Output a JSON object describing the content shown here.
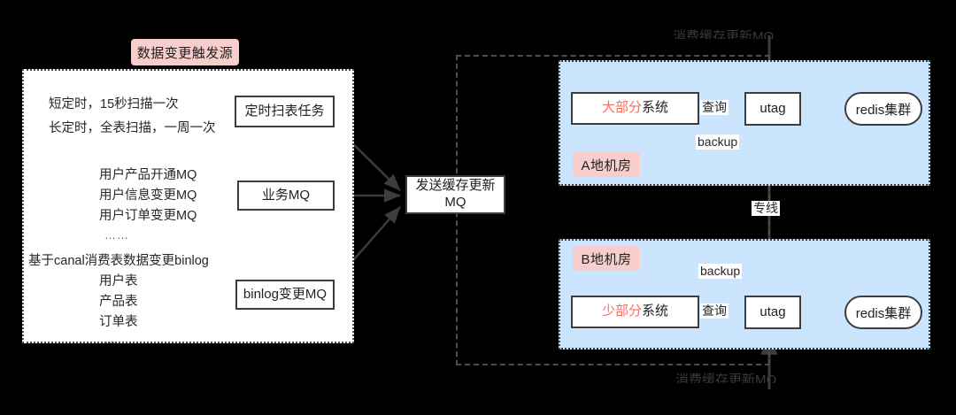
{
  "diagram": {
    "title_badge": "数据变更触发源",
    "left_panel": {
      "group_timer": {
        "lines": [
          "短定时，15秒扫描一次",
          "长定时，全表扫描，一周一次"
        ],
        "node": "定时扫表任务"
      },
      "group_business_mq": {
        "lines": [
          "用户产品开通MQ",
          "用户信息变更MQ",
          "用户订单变更MQ"
        ],
        "ellipsis": "……",
        "node": "业务MQ"
      },
      "group_binlog": {
        "header": "基于canal消费表数据变更binlog",
        "lines": [
          "用户表",
          "产品表",
          "订单表"
        ],
        "ellipsis": "……",
        "node": "binlog变更MQ"
      }
    },
    "center_node": {
      "line1": "发送缓存更新",
      "line2": "MQ"
    },
    "top_caption": "消费缓存更新MQ",
    "bottom_caption": "消费缓存更新MQ",
    "trunk_label": "专线",
    "datacenter_a": {
      "badge": "A地机房",
      "system_highlight": "大部分",
      "system_suffix": "系统",
      "query_label": "查询",
      "backup_label": "backup",
      "utag": "utag",
      "redis": "redis集群"
    },
    "datacenter_b": {
      "badge": "B地机房",
      "system_highlight": "少部分",
      "system_suffix": "系统",
      "query_label": "查询",
      "backup_label": "backup",
      "utag": "utag",
      "redis": "redis集群"
    },
    "colors": {
      "pink": "#F8CECC",
      "blue": "#CCE5FF",
      "red_text": "#FF6B5E",
      "stroke": "#3d3d3d",
      "background": "#000000"
    }
  }
}
